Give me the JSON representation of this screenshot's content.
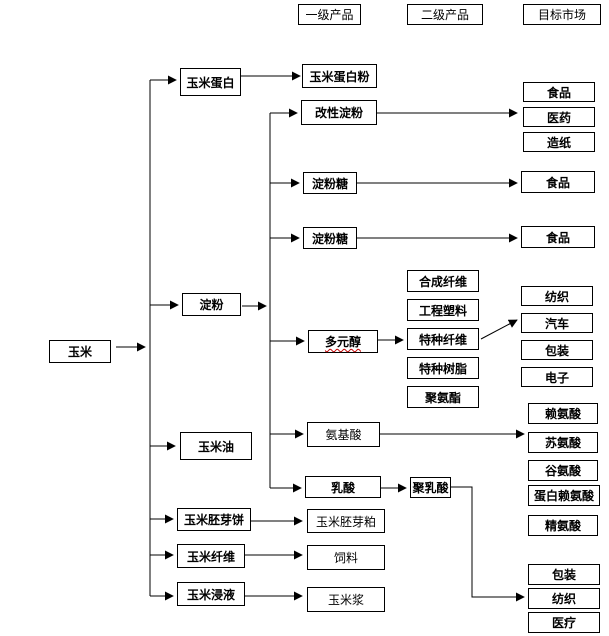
{
  "headers": {
    "level1": "一级产品",
    "level2": "二级产品",
    "market": "目标市场"
  },
  "root": "玉米",
  "level1": {
    "protein": "玉米蛋白",
    "starch": "淀粉",
    "oil": "玉米油",
    "germ_cake": "玉米胚芽饼",
    "fiber": "玉米纤维",
    "steep_liquor": "玉米浸液"
  },
  "level1_products": {
    "protein_powder": "玉米蛋白粉",
    "germ_meal": "玉米胚芽粕",
    "feed": "饲料",
    "corn_slurry": "玉米浆"
  },
  "starch_products": {
    "modified_starch": "改性淀粉",
    "starch_sugar_1": "淀粉糖",
    "starch_sugar_2": "淀粉糖",
    "polyol": "多元醇",
    "amino_acid": "氨基酸",
    "lactic_acid": "乳酸"
  },
  "level2": {
    "synthetic_fiber": "合成纤维",
    "engineering_plastic": "工程塑料",
    "special_fiber": "特种纤维",
    "special_resin": "特种树脂",
    "polyurethane": "聚氨酯",
    "polylactic_acid": "聚乳酸"
  },
  "markets": {
    "modified_starch": [
      "食品",
      "医药",
      "造纸"
    ],
    "starch_sugar_1": "食品",
    "starch_sugar_2": "食品",
    "polyol": [
      "纺织",
      "汽车",
      "包装",
      "电子"
    ],
    "amino_acid": [
      "赖氨酸",
      "苏氨酸",
      "谷氨酸",
      "蛋白赖氨酸",
      "精氨酸"
    ],
    "polylactic_acid": [
      "包装",
      "纺织",
      "医疗"
    ]
  }
}
